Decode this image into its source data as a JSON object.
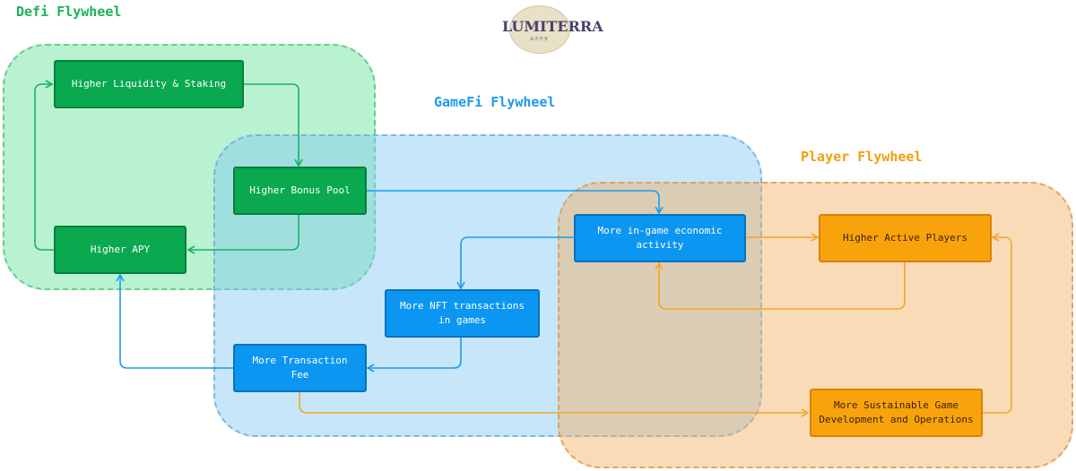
{
  "logo": {
    "text": "LUMITERRA",
    "subtext": "ルミテラ"
  },
  "regions": {
    "defi": "Defi Flywheel",
    "gamefi": "GameFi Flywheel",
    "player": "Player Flywheel"
  },
  "nodes": {
    "liquidity": "Higher Liquidity & Staking",
    "bonus_pool": "Higher Bonus Pool",
    "apy": "Higher APY",
    "economic_activity": "More in-game economic activity",
    "nft_transactions": "More NFT transactions in games",
    "transaction_fee": "More Transaction Fee",
    "active_players": "Higher Active Players",
    "sustainable_dev": "More Sustainable Game Development and Operations"
  },
  "colors": {
    "defi": "#0aa84f",
    "gamefi": "#0b96f2",
    "player": "#f9a30c",
    "green_edge": "#17b35c",
    "blue_edge": "#1a9cf0",
    "orange_edge": "#f5a623"
  }
}
